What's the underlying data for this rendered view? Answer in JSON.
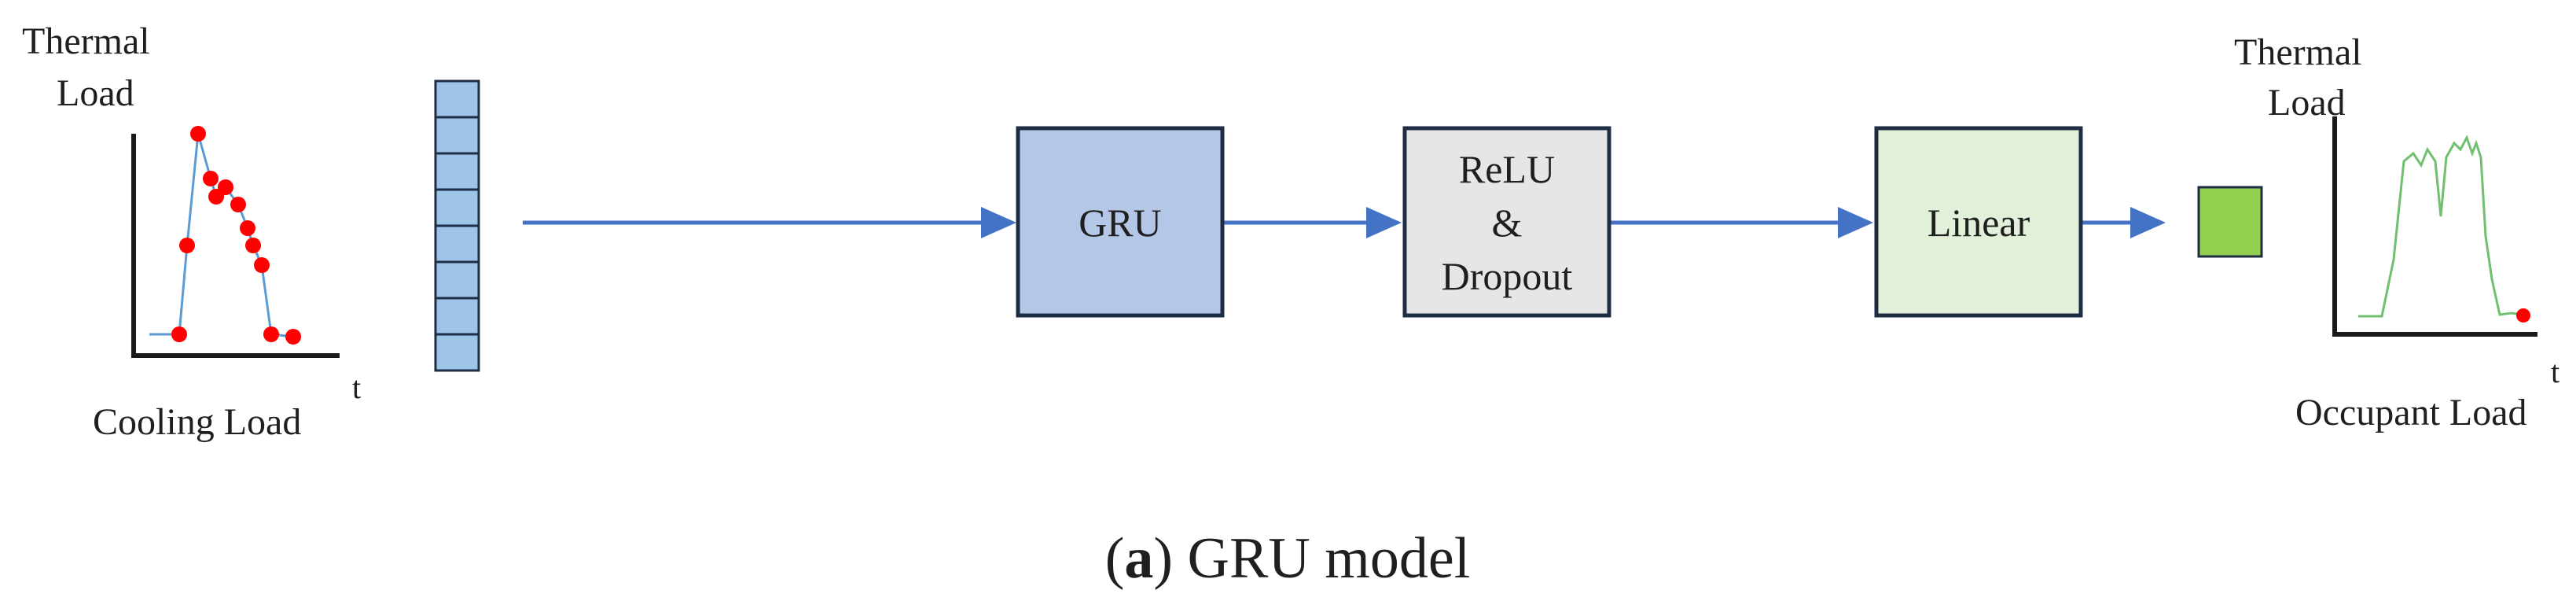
{
  "input_chart": {
    "title_line1": "Thermal",
    "title_line2": "Load",
    "x_axis_label": "Cooling Load",
    "t_label": "t"
  },
  "gru_box": {
    "label": "GRU",
    "color": "#b4c7e7"
  },
  "relu_box": {
    "line1": "ReLU",
    "line2": "&",
    "line3": "Dropout",
    "color": "#e7e6e6"
  },
  "linear_box": {
    "label": "Linear",
    "color": "#e2efd9"
  },
  "output_block_color": "#92d050",
  "output_chart": {
    "title_line1": "Thermal",
    "title_line2": "Load",
    "x_axis_label": "Occupant Load",
    "t_label": "t"
  },
  "caption": {
    "letter": "a",
    "text": " GRU model"
  },
  "colors": {
    "arrow": "#4472c4",
    "box_border": "#1f2d44",
    "input_vector": "#9dc3e6",
    "input_line": "#5b9bd5",
    "points": "#ff0000",
    "output_line": "#70c070"
  }
}
